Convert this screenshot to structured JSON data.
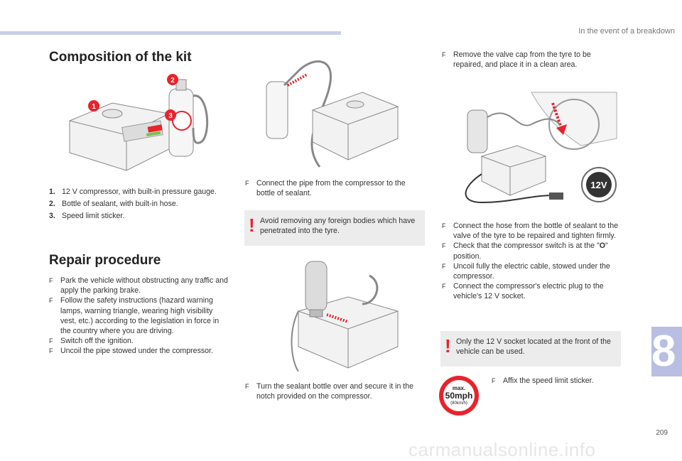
{
  "header": {
    "section": "In the event of a breakdown"
  },
  "kit": {
    "title": "Composition of the kit",
    "items": [
      {
        "n": "1.",
        "text": "12 V compressor, with built-in pressure gauge."
      },
      {
        "n": "2.",
        "text": "Bottle of sealant, with built-in hose."
      },
      {
        "n": "3.",
        "text": "Speed limit sticker."
      }
    ],
    "callouts": [
      "1",
      "2",
      "3"
    ]
  },
  "repair": {
    "title": "Repair procedure",
    "bullet": "F",
    "steps": [
      "Park the vehicle without obstructing any traffic and apply the parking brake.",
      "Follow the safety instructions (hazard warning lamps, warning triangle, wearing high visibility vest, etc.) according to the legislation in force in the country where you are driving.",
      "Switch off the ignition.",
      "Uncoil the pipe stowed under the compressor."
    ]
  },
  "middle": {
    "connect_pipe": "Connect the pipe from the compressor to the bottle of sealant.",
    "warning": "Avoid removing any foreign bodies which have penetrated into the tyre.",
    "turn_bottle": "Turn the sealant bottle over and secure it in the notch provided on the compressor."
  },
  "right": {
    "remove_cap": "Remove the valve cap from the tyre to be repaired, and place it in a clean area.",
    "steps_pre": "Connect the hose from the bottle of sealant to the valve of the tyre to be repaired and tighten firmly.",
    "check_pre": "Check that the compressor switch is at the \"",
    "check_bold": "O",
    "check_post": "\" position.",
    "uncoil": "Uncoil fully the electric cable, stowed under the compressor.",
    "plug": "Connect the compressor's electric plug to the vehicle's 12 V socket.",
    "warning": "Only the 12 V socket located at the front of the vehicle can be used.",
    "sticker": "Affix the speed limit sticker.",
    "socket_label": "12V",
    "sign": {
      "top": "max.",
      "mid": "50mph",
      "bot": "(80km/h)"
    }
  },
  "chapter": "8",
  "page_number": "209",
  "watermark": "carmanualsonline.info",
  "colors": {
    "accent_red": "#e8232b",
    "tab_blue": "#b9bfe2",
    "bar_blue": "#c9cfe8"
  }
}
